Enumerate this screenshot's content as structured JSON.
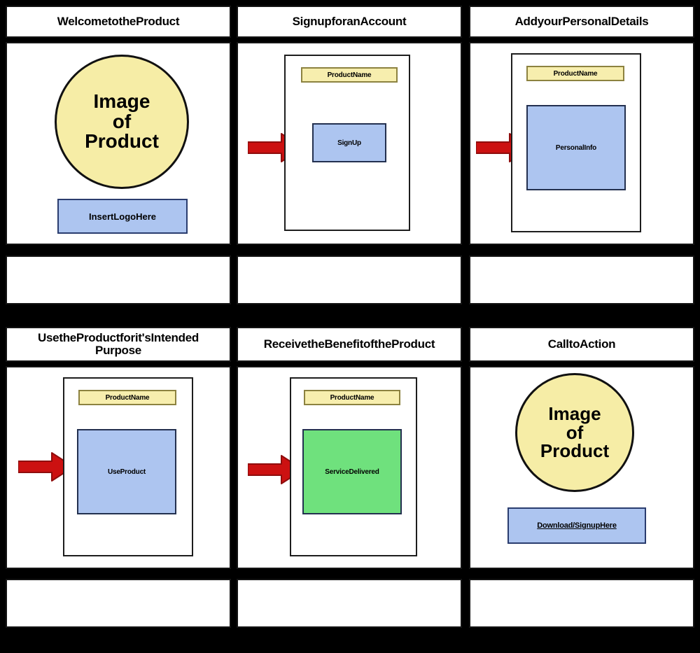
{
  "board": {
    "background_color": "#000000",
    "panel_background": "#ffffff",
    "border_color": "#141414"
  },
  "colors": {
    "yellow_circle": "#f6eda6",
    "yellow_label": "#f7eeae",
    "blue_box": "#adc5f0",
    "blue_border": "#2a3c6e",
    "green_box": "#6fe17d",
    "arrow_red": "#cc1111",
    "arrow_red_dark": "#8f0d0d"
  },
  "panels": [
    {
      "id": "welcome",
      "title": "WelcometotheProduct",
      "caption": "",
      "circle": {
        "lines": [
          "Image",
          "of",
          "Product"
        ]
      },
      "logo_button": {
        "label": "InsertLogoHere"
      },
      "has_arrow": false
    },
    {
      "id": "signup",
      "title": "SignupforanAccount",
      "caption": "",
      "device": {
        "product_name": "ProductName",
        "screen_label": "SignUp",
        "screen_color": "blue"
      },
      "has_arrow": true
    },
    {
      "id": "personal-details",
      "title": "AddyourPersonalDetails",
      "caption": "",
      "device": {
        "product_name": "ProductName",
        "screen_label": "PersonalInfo",
        "screen_color": "blue"
      },
      "has_arrow": true
    },
    {
      "id": "use-product",
      "title": "UsetheProductforit'sIntended Purpose",
      "title_lines": [
        "UsetheProductforit'sIntended",
        "Purpose"
      ],
      "caption": "",
      "device": {
        "product_name": "ProductName",
        "screen_label": "UseProduct",
        "screen_color": "blue"
      },
      "has_arrow": true
    },
    {
      "id": "receive-benefit",
      "title": "ReceivetheBenefitoftheProduct",
      "caption": "",
      "device": {
        "product_name": "ProductName",
        "screen_label": "ServiceDelivered",
        "screen_color": "green"
      },
      "has_arrow": true
    },
    {
      "id": "call-to-action",
      "title": "CalltoAction",
      "caption": "",
      "circle": {
        "lines": [
          "Image",
          "of",
          "Product"
        ]
      },
      "cta_button": {
        "label": "Download/SignupHere"
      },
      "has_arrow": false
    }
  ]
}
